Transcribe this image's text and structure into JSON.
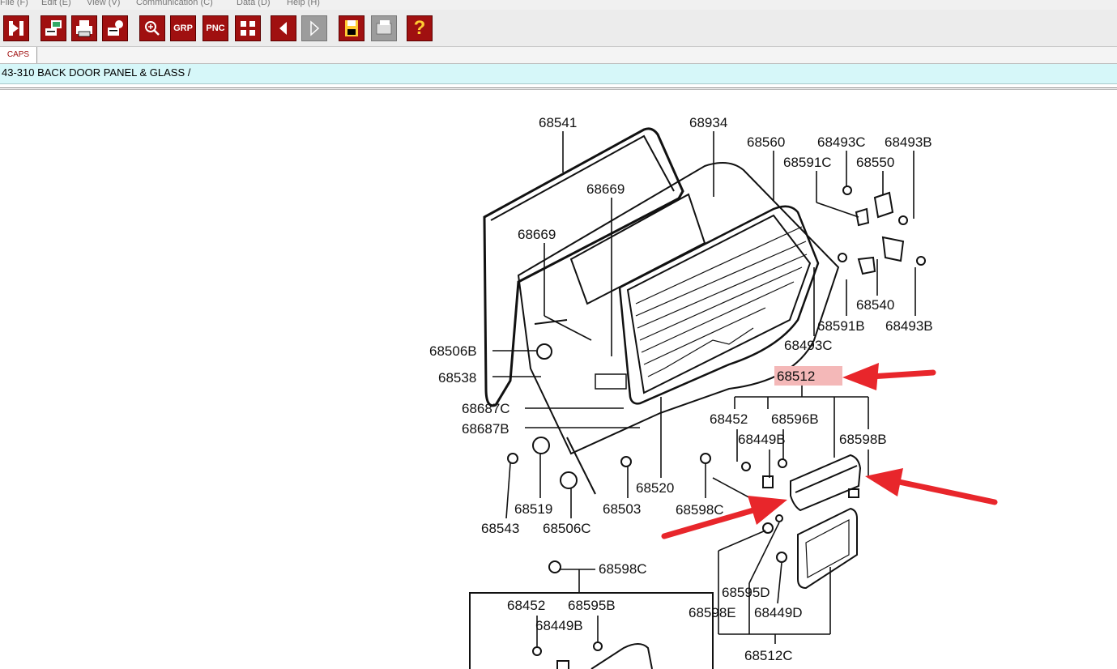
{
  "menu": [
    "File (F)",
    "Edit (E)",
    "View (V)",
    "Communication (C)",
    "Data (D)",
    "Help (H)"
  ],
  "toolbar": {
    "grp_label": "GRP",
    "pnc_label": "PNC",
    "help_label": "?"
  },
  "tab": {
    "label": "CAPS"
  },
  "page_title": "43-310  BACK DOOR PANEL & GLASS /",
  "callouts": {
    "c68541": "68541",
    "c68934": "68934",
    "c68560": "68560",
    "c68493C_top": "68493C",
    "c68493B_top": "68493B",
    "c68591C": "68591C",
    "c68550": "68550",
    "c68669_a": "68669",
    "c68669_b": "68669",
    "c68540": "68540",
    "c68591B": "68591B",
    "c68493B_right": "68493B",
    "c68493C_mid": "68493C",
    "c68506B": "68506B",
    "c68538": "68538",
    "c68512": "68512",
    "c68687C": "68687C",
    "c68687B": "68687B",
    "c68452": "68452",
    "c68596B": "68596B",
    "c68449B": "68449B",
    "c68598B": "68598B",
    "c68520": "68520",
    "c68519": "68519",
    "c68503": "68503",
    "c68598C": "68598C",
    "c68543": "68543",
    "c68506C": "68506C",
    "c68598C_lower": "68598C",
    "c68452_lower": "68452",
    "c68595B": "68595B",
    "c68449B_lower": "68449B",
    "c68595D": "68595D",
    "c68598E": "68598E",
    "c68449D": "68449D",
    "c68512C": "68512C"
  },
  "highlight_color": "#f4b8b8",
  "arrow_color": "#e8262b",
  "accent_color": "#a01010"
}
